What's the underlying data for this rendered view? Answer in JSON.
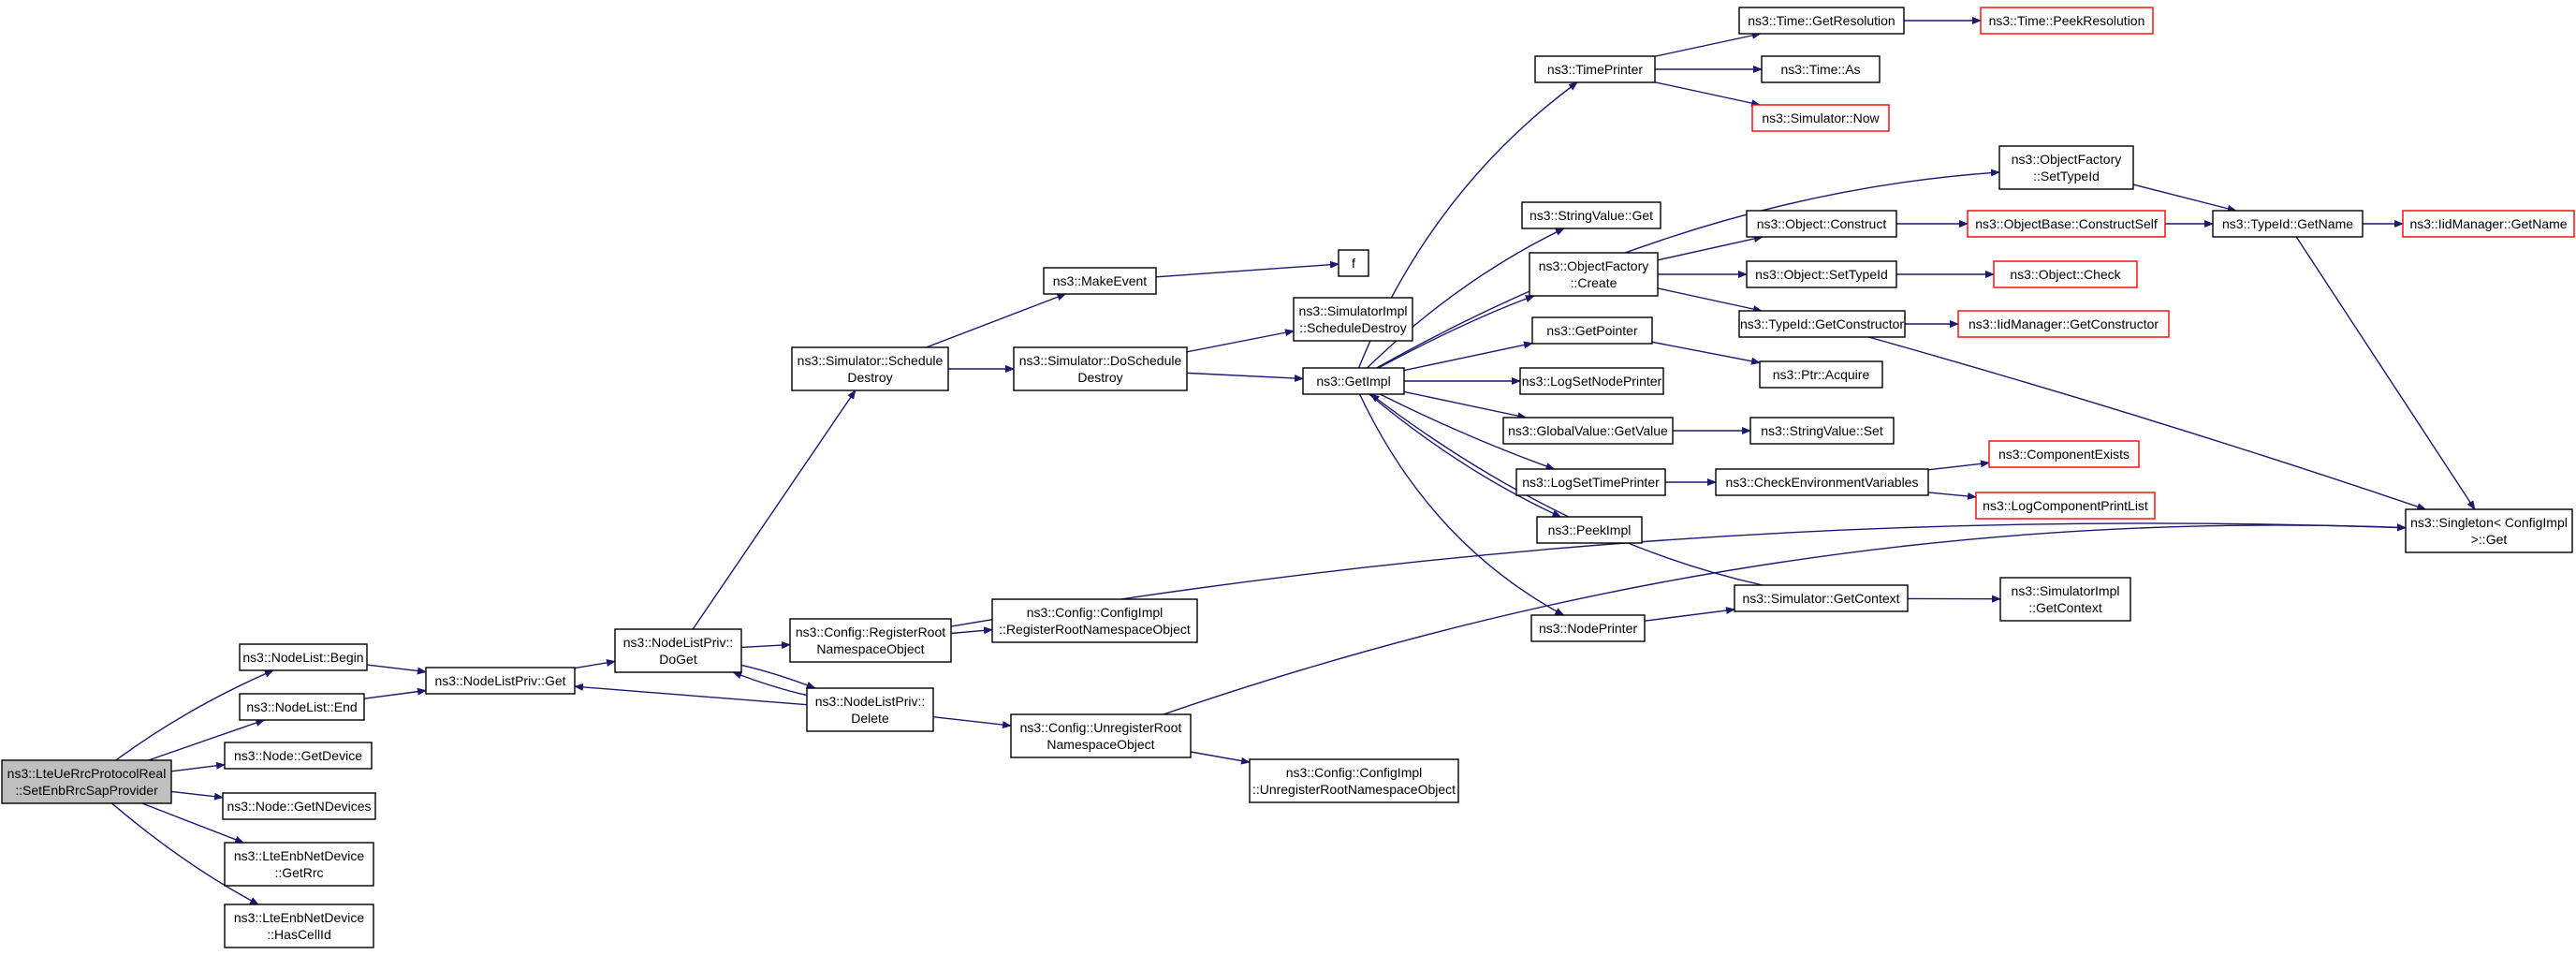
{
  "colors": {
    "edge": "#191970",
    "root_fill": "#bfbfbf",
    "box_stroke": "#000000",
    "missing_doc_stroke": "#ff0000",
    "background": "#ffffff"
  },
  "nodes": {
    "root": [
      "ns3::LteUeRrcProtocolReal",
      "::SetEnbRrcSapProvider"
    ],
    "nodelist_begin": [
      "ns3::NodeList::Begin"
    ],
    "nodelist_end": [
      "ns3::NodeList::End"
    ],
    "node_getdevice": [
      "ns3::Node::GetDevice"
    ],
    "node_getndevices": [
      "ns3::Node::GetNDevices"
    ],
    "enb_getrrc": [
      "ns3::LteEnbNetDevice",
      "::GetRrc"
    ],
    "enb_hascellid": [
      "ns3::LteEnbNetDevice",
      "::HasCellId"
    ],
    "nodelistpriv_get": [
      "ns3::NodeListPriv::Get"
    ],
    "nodelistpriv_doget": [
      "ns3::NodeListPriv::",
      "DoGet"
    ],
    "nodelistpriv_delete": [
      "ns3::NodeListPriv::",
      "Delete"
    ],
    "sim_scheduledestroy": [
      "ns3::Simulator::Schedule",
      "Destroy"
    ],
    "config_registerroot": [
      "ns3::Config::RegisterRoot",
      "NamespaceObject"
    ],
    "config_unregisterroot": [
      "ns3::Config::UnregisterRoot",
      "NamespaceObject"
    ],
    "makeevent": [
      "ns3::MakeEvent"
    ],
    "sim_doscheduledestroy": [
      "ns3::Simulator::DoSchedule",
      "Destroy"
    ],
    "configimpl_register": [
      "ns3::Config::ConfigImpl",
      "::RegisterRootNamespaceObject"
    ],
    "configimpl_unregister": [
      "ns3::Config::ConfigImpl",
      "::UnregisterRootNamespaceObject"
    ],
    "f": [
      "f"
    ],
    "simimpl_scheduledestroy": [
      "ns3::SimulatorImpl",
      "::ScheduleDestroy"
    ],
    "getimpl": [
      "ns3::GetImpl"
    ],
    "timeprinter": [
      "ns3::TimePrinter"
    ],
    "stringvalue_get": [
      "ns3::StringValue::Get"
    ],
    "objectfactory_create": [
      "ns3::ObjectFactory",
      "::Create"
    ],
    "getpointer": [
      "ns3::GetPointer"
    ],
    "logsetnodeprinter": [
      "ns3::LogSetNodePrinter"
    ],
    "globalvalue_getvalue": [
      "ns3::GlobalValue::GetValue"
    ],
    "logsettimeprinter": [
      "ns3::LogSetTimePrinter"
    ],
    "peekimpl": [
      "ns3::PeekImpl"
    ],
    "nodeprinter": [
      "ns3::NodePrinter"
    ],
    "time_getresolution": [
      "ns3::Time::GetResolution"
    ],
    "time_as": [
      "ns3::Time::As"
    ],
    "simulator_now": [
      "ns3::Simulator::Now"
    ],
    "objectfactory_settypeid": [
      "ns3::ObjectFactory",
      "::SetTypeId"
    ],
    "object_construct": [
      "ns3::Object::Construct"
    ],
    "object_settypeid": [
      "ns3::Object::SetTypeId"
    ],
    "typeid_getconstructor": [
      "ns3::TypeId::GetConstructor"
    ],
    "ptr_acquire": [
      "ns3::Ptr::Acquire"
    ],
    "stringvalue_set": [
      "ns3::StringValue::Set"
    ],
    "checkenvvars": [
      "ns3::CheckEnvironmentVariables"
    ],
    "simulator_getcontext": [
      "ns3::Simulator::GetContext"
    ],
    "time_peekresolution": [
      "ns3::Time::PeekResolution"
    ],
    "objectbase_constructself": [
      "ns3::ObjectBase::ConstructSelf"
    ],
    "object_check": [
      "ns3::Object::Check"
    ],
    "iidmanager_getconstructor": [
      "ns3::IidManager::GetConstructor"
    ],
    "componentexists": [
      "ns3::ComponentExists"
    ],
    "logcomponentprintlist": [
      "ns3::LogComponentPrintList"
    ],
    "simimpl_getcontext": [
      "ns3::SimulatorImpl",
      "::GetContext"
    ],
    "typeid_getname": [
      "ns3::TypeId::GetName"
    ],
    "iidmanager_getname": [
      "ns3::IidManager::GetName"
    ],
    "singleton_get": [
      "ns3::Singleton< ConfigImpl",
      " >::Get"
    ]
  }
}
